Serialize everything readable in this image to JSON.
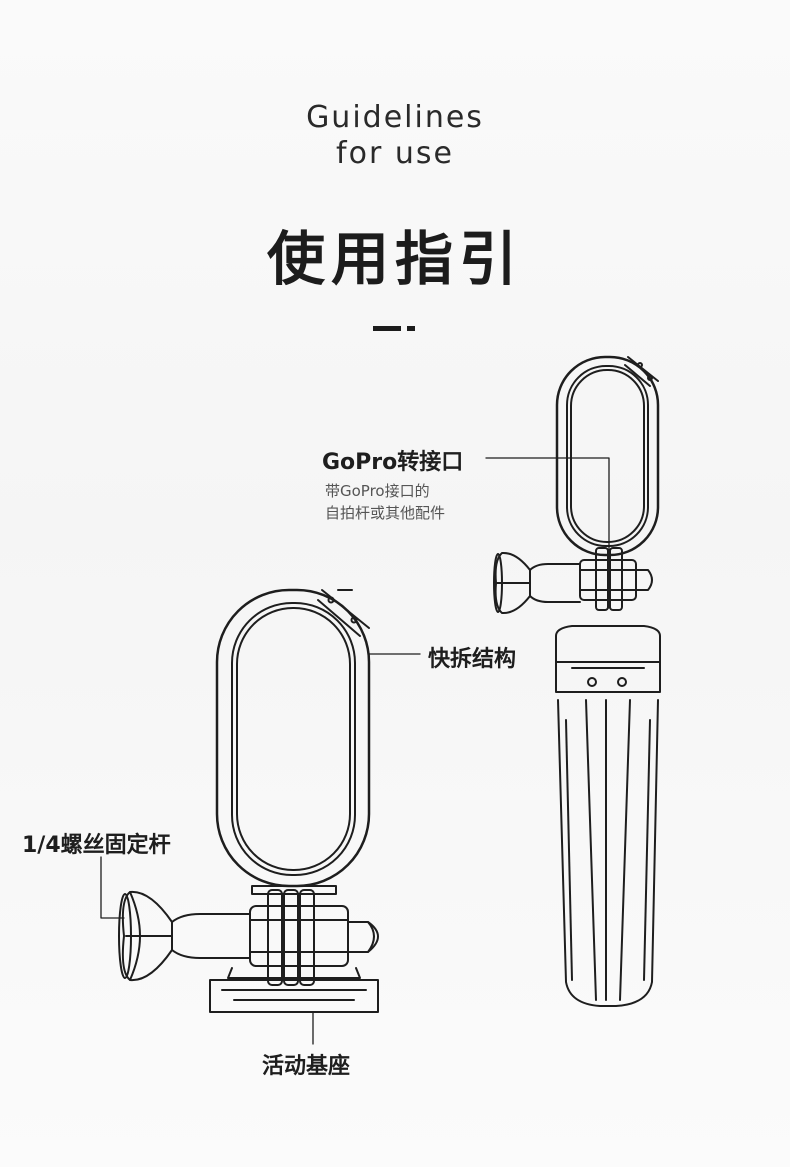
{
  "header": {
    "en_line1": "Guidelines",
    "en_line2": "for use",
    "zh_title": "使用指引"
  },
  "labels": {
    "gopro_adapter": "GoPro转接口",
    "gopro_desc_line1": "带GoPro接口的",
    "gopro_desc_line2": "自拍杆或其他配件",
    "quick_release": "快拆结构",
    "screw_rod": "1/4螺丝固定杆",
    "movable_base": "活动基座"
  },
  "colors": {
    "line": "#1e1e1e",
    "background": "#f6f6f6"
  }
}
